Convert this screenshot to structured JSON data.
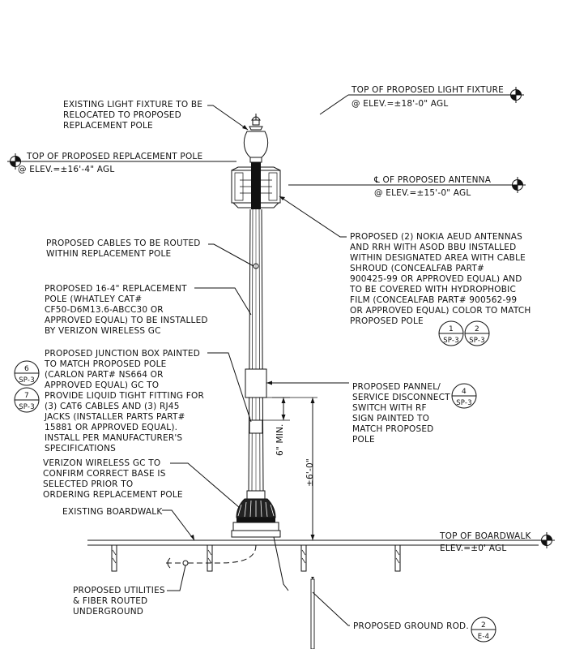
{
  "labels": {
    "top_light_fixture": "TOP OF PROPOSED LIGHT FIXTURE",
    "top_light_fixture_elev": "@ ELEV.=±18'-0\" AGL",
    "existing_fixture": [
      "EXISTING LIGHT FIXTURE TO BE",
      "RELOCATED TO PROPOSED",
      "REPLACEMENT POLE"
    ],
    "top_replacement_pole": "TOP OF PROPOSED REPLACEMENT POLE",
    "top_replacement_pole_elev": "@ ELEV.=±16'-4\" AGL",
    "antenna_center": "℄ OF PROPOSED ANTENNA",
    "antenna_center_elev": "@ ELEV.=±15'-0\" AGL",
    "cables_note": [
      "PROPOSED CABLES TO BE ROUTED",
      "WITHIN REPLACEMENT POLE"
    ],
    "antennas_note": [
      "PROPOSED (2) NOKIA AEUD ANTENNAS",
      "AND RRH WITH ASOD BBU INSTALLED",
      "WITHIN DESIGNATED AREA WITH CABLE",
      "SHROUD (CONCEALFAB PART#",
      "900425-99 OR APPROVED EQUAL) AND",
      "TO BE COVERED WITH HYDROPHOBIC",
      "FILM (CONCEALFAB PART# 900562-99",
      "OR APPROVED EQUAL) COLOR TO MATCH",
      "PROPOSED POLE"
    ],
    "pole_note": [
      "PROPOSED 16-4\" REPLACEMENT",
      "POLE (WHATLEY CAT#",
      "CF50-D6M13.6-ABCC30 OR",
      "APPROVED EQUAL) TO BE INSTALLED",
      "BY VERIZON WIRELESS GC"
    ],
    "junction_note": [
      "PROPOSED JUNCTION BOX PAINTED",
      "TO MATCH PROPOSED POLE",
      "(CARLON PART# NS664 OR",
      "APPROVED EQUAL) GC TO",
      "PROVIDE LIQUID TIGHT FITTING FOR",
      "(3) CAT6 CABLES AND (3) RJ45",
      "JACKS (INSTALLER PARTS PART#",
      "15881 OR APPROVED EQUAL).",
      "INSTALL PER MANUFACTURER'S",
      "SPECIFICATIONS"
    ],
    "panel_note": [
      "PROPOSED PANNEL/",
      "SERVICE DISCONNECT",
      "SWITCH WITH RF",
      "SIGN PAINTED TO",
      "MATCH PROPOSED",
      "POLE"
    ],
    "base_note": [
      "VERIZON WIRELESS GC TO",
      "CONFIRM CORRECT BASE IS",
      "SELECTED PRIOR TO",
      "ORDERING REPLACEMENT POLE"
    ],
    "existing_boardwalk": "EXISTING BOARDWALK",
    "top_boardwalk": "TOP OF BOARDWALK",
    "top_boardwalk_elev": "ELEV.=±0' AGL",
    "utilities_note": [
      "PROPOSED UTILITIES",
      "& FIBER ROUTED",
      "UNDERGROUND"
    ],
    "ground_rod": "PROPOSED GROUND ROD.",
    "dim_6min": "6\" MIN.",
    "dim_6ft": "±6'-0\""
  },
  "callouts": {
    "c1": {
      "top": "1",
      "bottom": "SP-3"
    },
    "c2": {
      "top": "2",
      "bottom": "SP-3"
    },
    "c6": {
      "top": "6",
      "bottom": "SP-3"
    },
    "c7": {
      "top": "7",
      "bottom": "SP-3"
    },
    "c4": {
      "top": "4",
      "bottom": "SP-3"
    },
    "cg": {
      "top": "2",
      "bottom": "E-4"
    }
  }
}
